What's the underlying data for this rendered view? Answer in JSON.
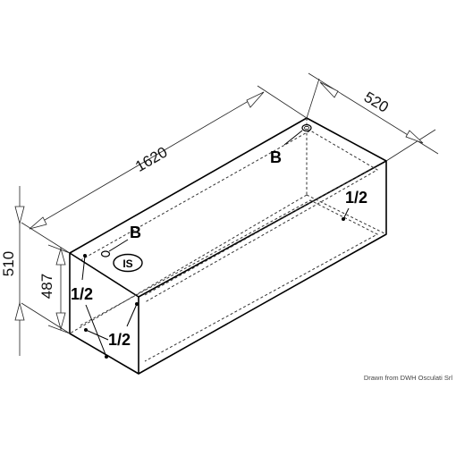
{
  "dimensions": {
    "length": "1620",
    "width": "520",
    "height_outer": "510",
    "height_inner": "487"
  },
  "labels": {
    "b_top": "B",
    "b_front": "B",
    "is_badge": "IS",
    "half_back": "1/2",
    "half_front_left": "1/2",
    "half_front_right": "1/2"
  },
  "credit": "Drawn from DWH Osculati Srl"
}
